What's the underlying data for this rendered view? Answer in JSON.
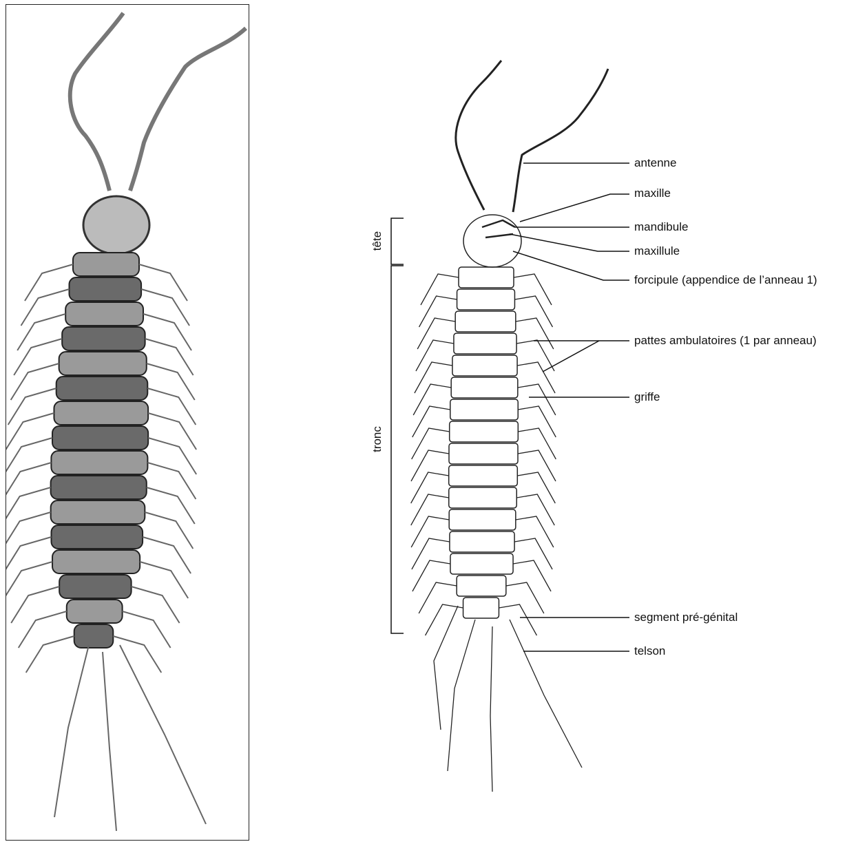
{
  "figure": {
    "photo_alt": "photographie",
    "drawing_alt": "dessin"
  },
  "brackets": [
    {
      "id": "tete",
      "text": "tête"
    },
    {
      "id": "tronc",
      "text": "tronc"
    }
  ],
  "labels": [
    {
      "id": "antenne",
      "text": "antenne"
    },
    {
      "id": "maxille",
      "text": "maxille"
    },
    {
      "id": "mandibule",
      "text": "mandibule"
    },
    {
      "id": "maxillule",
      "text": "maxillule"
    },
    {
      "id": "forcipule",
      "text": "forcipule (appendice de l’anneau 1)"
    },
    {
      "id": "pattes",
      "text": "pattes ambulatoires (1 par anneau)"
    },
    {
      "id": "griffe",
      "text": "griffe"
    },
    {
      "id": "segment",
      "text": "segment pré-génital"
    },
    {
      "id": "telson",
      "text": "telson"
    }
  ],
  "colors": {
    "ink": "#111111",
    "photo_dark": "#2a2a2a",
    "photo_mid": "#8a8a8a",
    "photo_light": "#d8d8d8"
  }
}
